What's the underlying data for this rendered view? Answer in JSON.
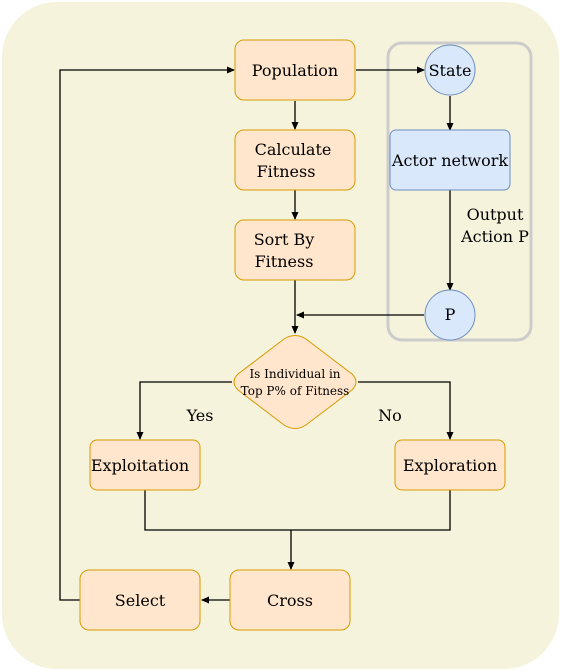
{
  "colors": {
    "panel_bg": "#f5f3dc",
    "process_fill": "#ffe6cc",
    "process_stroke": "#d79b00",
    "actor_fill": "#dae8fc",
    "actor_stroke": "#6c8ebf",
    "group_stroke": "#cccccc",
    "arrow": "#000000"
  },
  "nodes": {
    "population": "Population",
    "calculate_fitness": [
      "Calculate",
      "Fitness"
    ],
    "sort_by_fitness": [
      "Sort By",
      "Fitness"
    ],
    "decision": [
      "Is Individual in",
      "Top P% of Fitness"
    ],
    "exploitation": "Exploitation",
    "exploration": "Exploration",
    "select": "Select",
    "cross": "Cross",
    "state": "State",
    "actor_network": "Actor network",
    "p": "P"
  },
  "edge_labels": {
    "output_action": [
      "Output",
      "Action P"
    ],
    "yes": "Yes",
    "no": "No"
  }
}
